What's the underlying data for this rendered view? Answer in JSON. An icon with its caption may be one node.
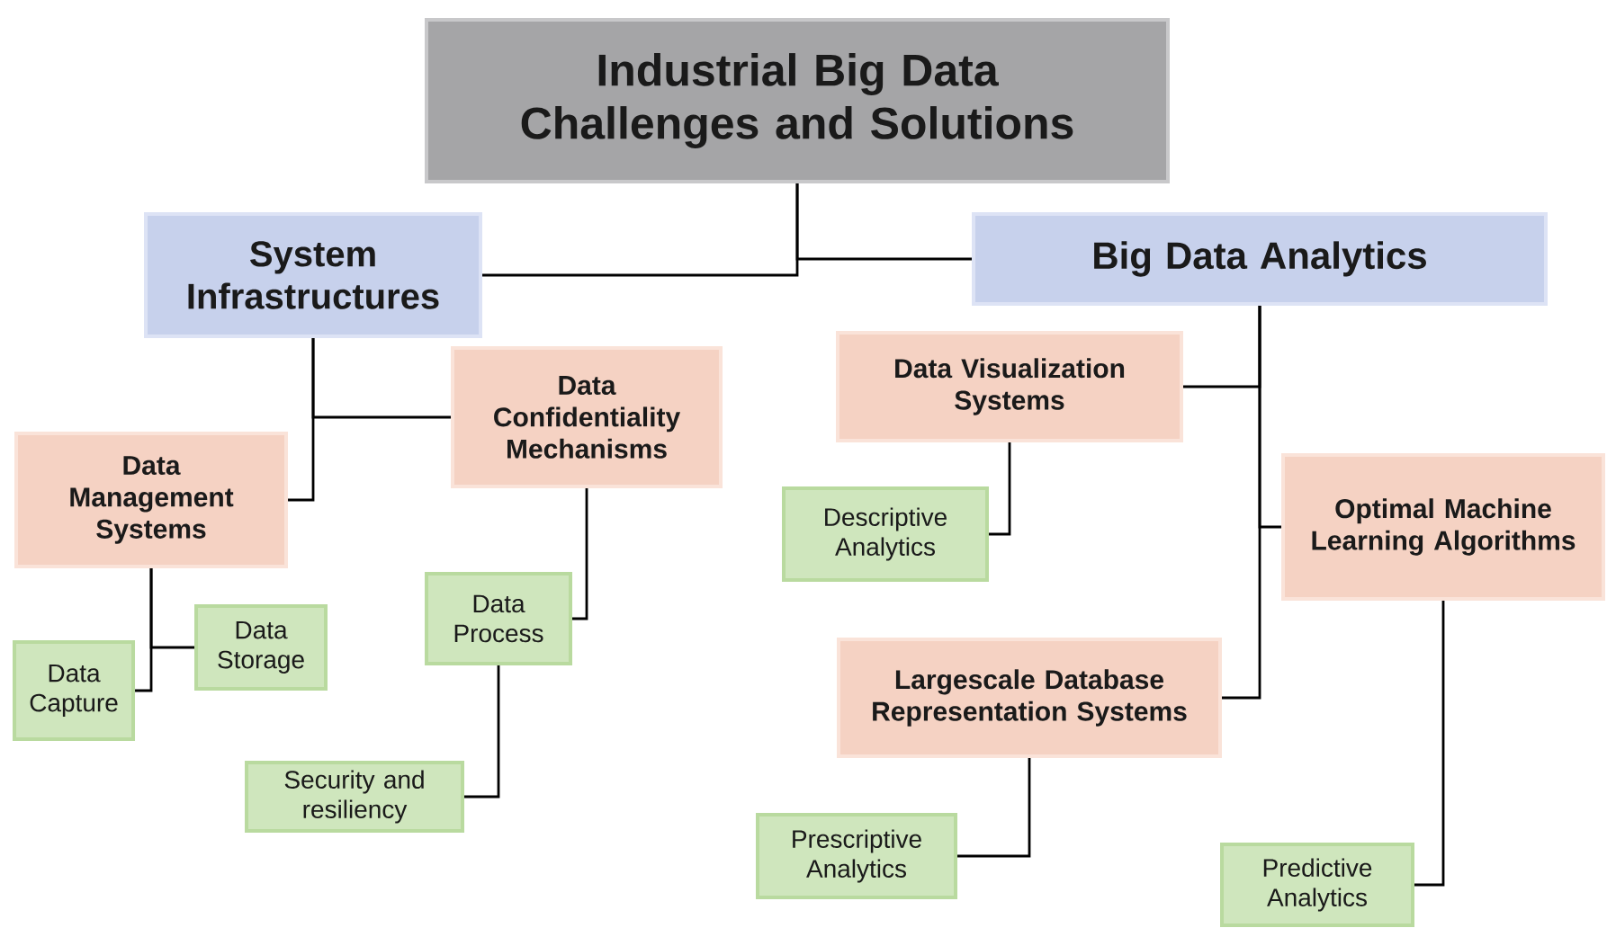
{
  "diagram": {
    "nodes": [
      {
        "text": [
          "Industrial Big Data Challenges and Solutions"
        ]
      },
      {
        "text": [
          "System Infrastructures"
        ]
      },
      {
        "text": [
          "Big Data Analytics"
        ]
      },
      {
        "text": [
          "Data Management Systems"
        ]
      },
      {
        "text": [
          "Data Confidentiality Mechanisms"
        ]
      },
      {
        "text": [
          "Data Capture"
        ]
      },
      {
        "text": [
          "Data Storage"
        ]
      },
      {
        "text": [
          "Data Process"
        ]
      },
      {
        "text": [
          "Security and resiliency"
        ]
      },
      {
        "text": [
          "Data Visualization Systems"
        ]
      },
      {
        "text": [
          "Descriptive Analytics"
        ]
      },
      {
        "text": [
          "Optimal Machine Learning Algorithms"
        ]
      },
      {
        "text": [
          "Largescale Database Representation Systems"
        ]
      },
      {
        "text": [
          "Prescriptive Analytics"
        ]
      },
      {
        "text": [
          "Predictive Analytics"
        ]
      }
    ],
    "edges": [
      {
        "from": 0,
        "to": 1,
        "arrow": "none"
      },
      {
        "from": 0,
        "to": 2,
        "arrow": "none"
      },
      {
        "from": 1,
        "to": 3,
        "arrow": "none"
      },
      {
        "from": 1,
        "to": 4,
        "arrow": "none"
      },
      {
        "from": 3,
        "to": 5,
        "arrow": "none"
      },
      {
        "from": 3,
        "to": 6,
        "arrow": "none"
      },
      {
        "from": 4,
        "to": 7,
        "arrow": "none"
      },
      {
        "from": 7,
        "to": 8,
        "arrow": "none"
      },
      {
        "from": 2,
        "to": 9,
        "arrow": "none"
      },
      {
        "from": 2,
        "to": 11,
        "arrow": "none"
      },
      {
        "from": 2,
        "to": 12,
        "arrow": "none"
      },
      {
        "from": 9,
        "to": 10,
        "arrow": "none"
      },
      {
        "from": 12,
        "to": 13,
        "arrow": "none"
      },
      {
        "from": 11,
        "to": 14,
        "arrow": "none"
      }
    ]
  }
}
